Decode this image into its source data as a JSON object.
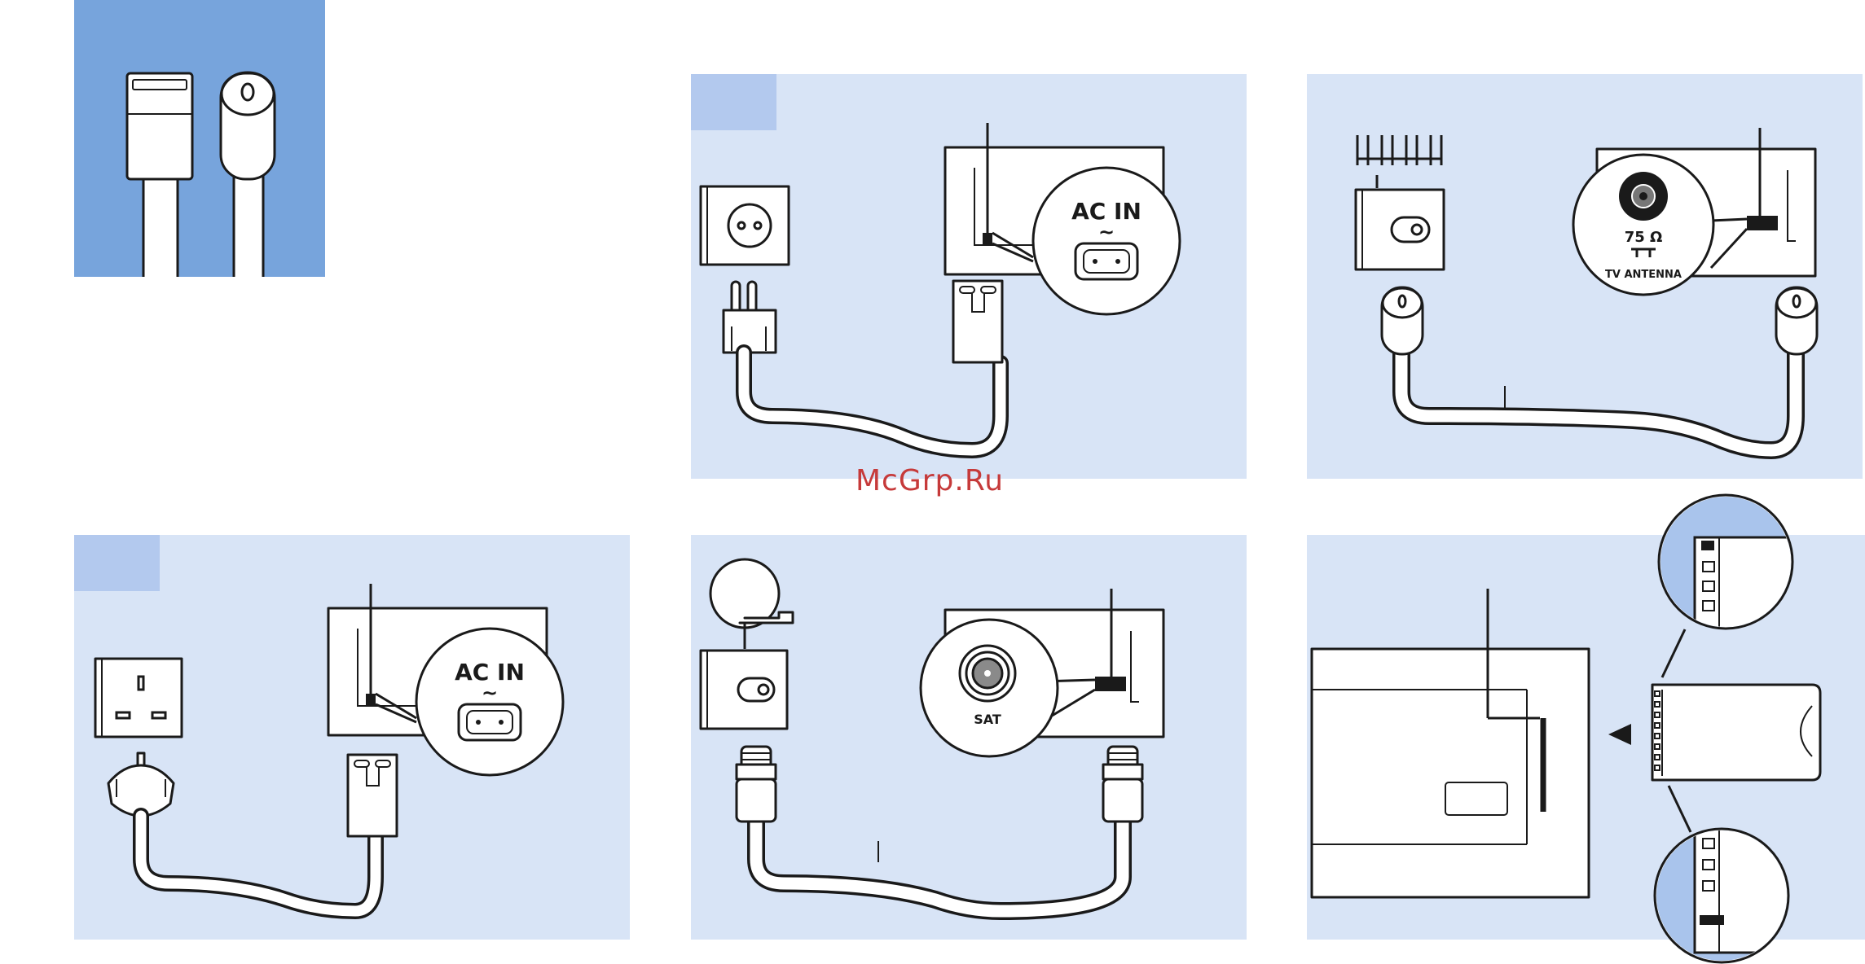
{
  "panels": {
    "eu_power": {
      "connector_label": "AC IN",
      "symbol": "~"
    },
    "uk_power": {
      "connector_label": "AC IN",
      "symbol": "~"
    },
    "antenna": {
      "impedance": "75 Ω",
      "connector_label": "TV ANTENNA"
    },
    "satellite": {
      "connector_label": "SAT"
    }
  },
  "watermark": "McGrp.Ru",
  "colors": {
    "panel_bg": "#d8e4f6",
    "tab": "#b3c9ee",
    "hero_bg": "#77a4dc",
    "watermark": "#c63a3a"
  }
}
